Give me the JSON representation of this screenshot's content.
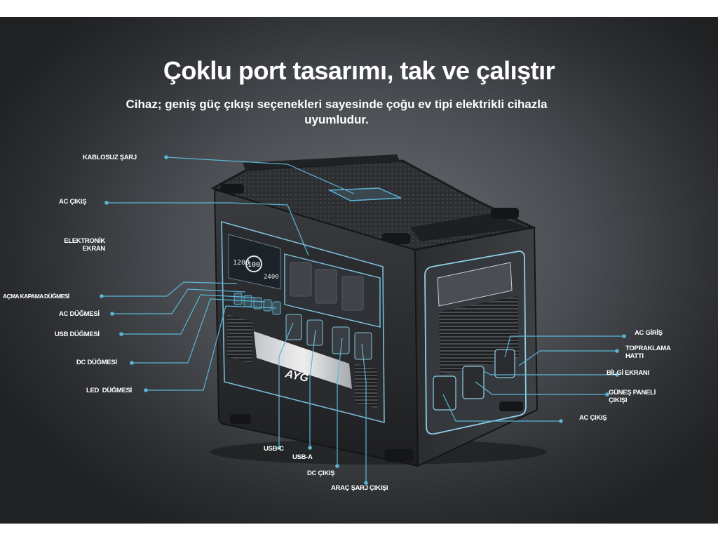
{
  "heading": {
    "title": "Çoklu port tasarımı, tak ve çalıştır",
    "subtitle": "Cihaz; geniş güç çıkışı seçenekleri sayesinde çoğu ev tipi elektrikli cihazla uyumludur."
  },
  "product": {
    "logo_text": "AYG",
    "display_readouts": [
      "1200",
      "100",
      "2400"
    ]
  },
  "callouts": {
    "wireless_charging": "KABLOSUZ ŞARJ",
    "ac_output_top": "AC ÇIKIŞ",
    "display": "ELEKTRONİK EKRAN",
    "power_button": "AÇMA KAPAMA DÜĞMESİ",
    "ac_button": "AC DÜĞMESİ",
    "usb_button": "USB DÜĞMESİ",
    "dc_button": "DC DÜĞMESİ",
    "led_button": "LED  DÜĞMESİ",
    "usb_c": "USB-C",
    "usb_a": "USB-A",
    "dc_output": "DC ÇIKIŞ",
    "car_charging": "ARAÇ ŞARJ ÇIKIŞI",
    "ac_input": "AC GİRİŞ",
    "grounding": "TOPRAKLAMA HATTI",
    "info_screen": "BİLGİ EKRANI",
    "solar_output": "GÜNEŞ PANELİ ÇIKIŞI",
    "ac_output_side": "AC ÇIKIŞ"
  },
  "colors": {
    "callout_line": "#5bb6d6",
    "background": "#4b4e53",
    "text": "#ffffff"
  }
}
